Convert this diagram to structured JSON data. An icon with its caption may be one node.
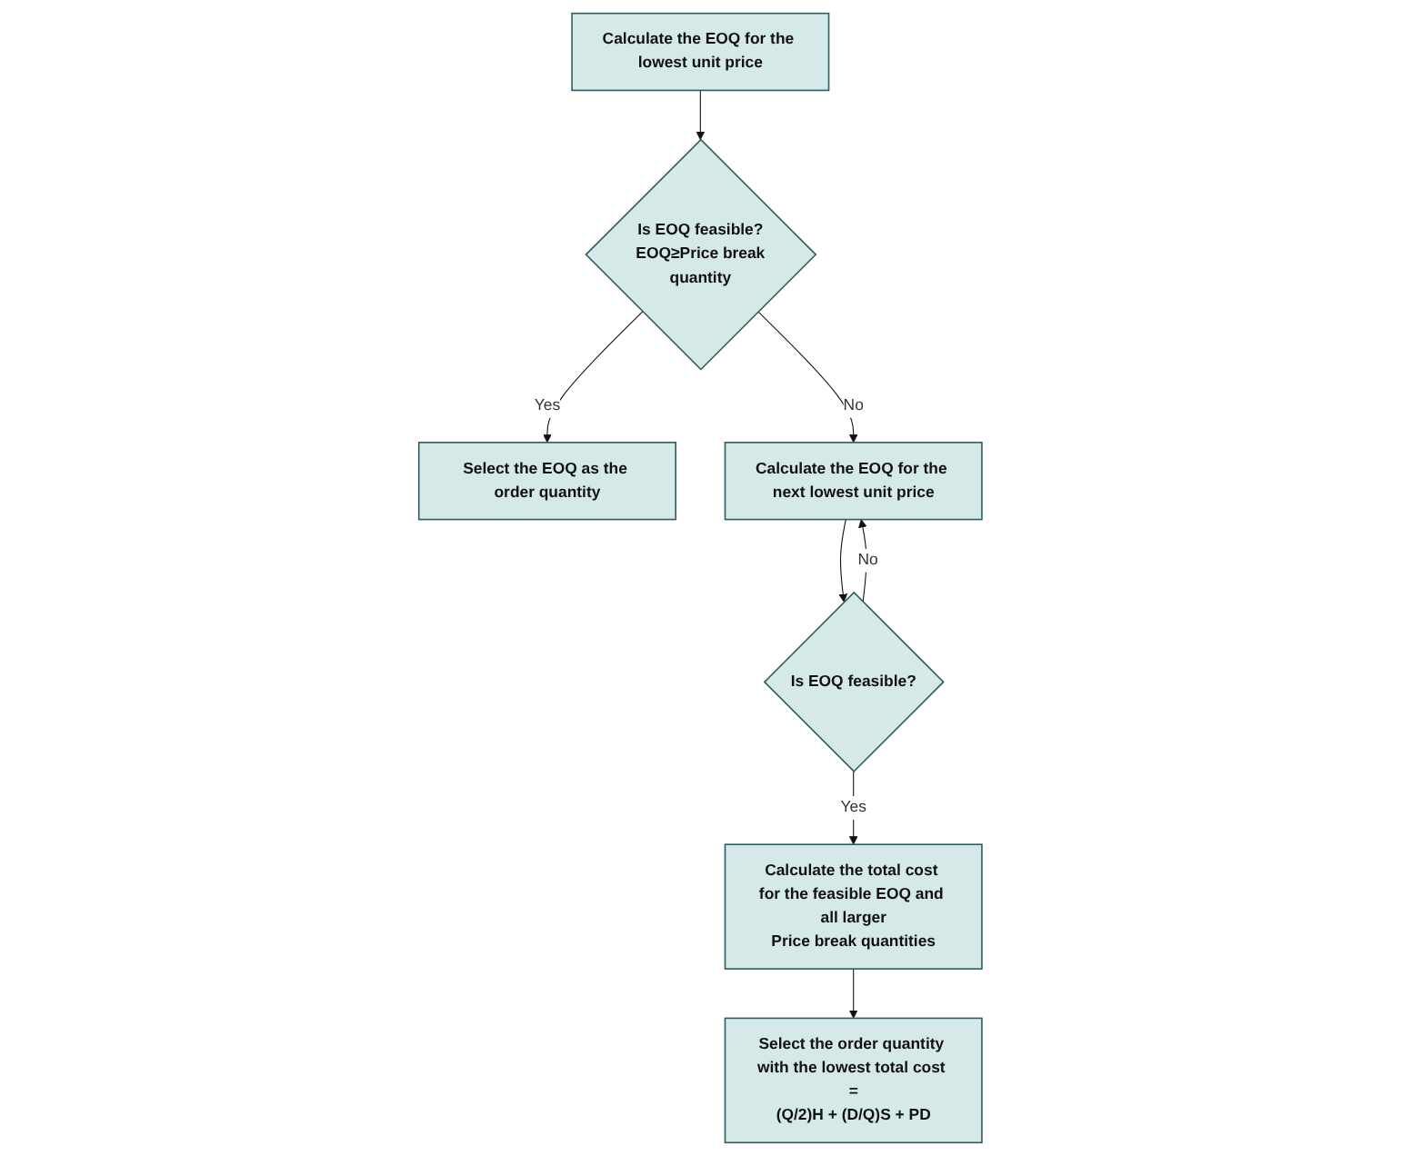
{
  "diagram": {
    "nodes": [
      {
        "text": [
          "Calculate the EOQ for the lowest unit price"
        ]
      },
      {
        "text": [
          "Is EOQ feasible?",
          "EOQ≥Price break quantity"
        ]
      },
      {
        "text": [
          "Select the EOQ as the order quantity"
        ]
      },
      {
        "text": [
          "Calculate the EOQ for the next lowest unit price"
        ]
      },
      {
        "text": [
          "Is EOQ feasible?"
        ]
      },
      {
        "text": [
          "Calculate the total cost for the feasible EOQ and all larger Price break quantities"
        ]
      },
      {
        "text": [
          "Select the order quantity with the lowest total cost = (Q/2)H + (D/Q)S + PD"
        ]
      }
    ],
    "edges": [
      {
        "from": 0,
        "to": 1,
        "arrow": "to"
      },
      {
        "from": 1,
        "to": 2,
        "arrow": "to",
        "label": "Yes"
      },
      {
        "from": 1,
        "to": 3,
        "arrow": "to",
        "label": "No"
      },
      {
        "from": 3,
        "to": 4,
        "arrow": "to"
      },
      {
        "from": 4,
        "to": 3,
        "arrow": "to",
        "label": "No"
      },
      {
        "from": 4,
        "to": 5,
        "arrow": "to",
        "label": "Yes"
      },
      {
        "from": 5,
        "to": 6,
        "arrow": "to"
      }
    ]
  }
}
